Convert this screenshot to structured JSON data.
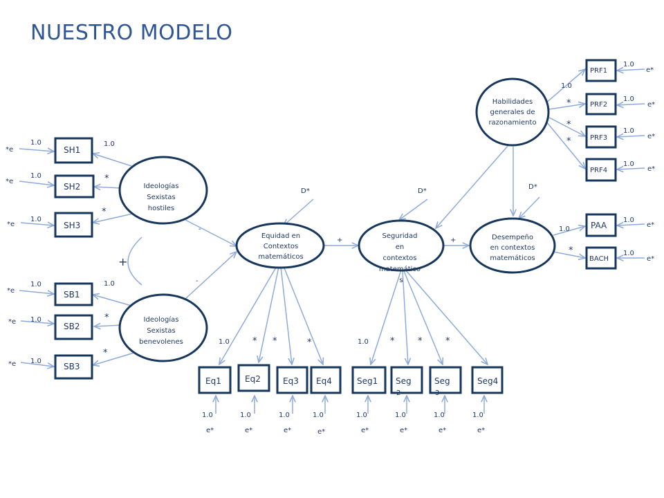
{
  "title": "NUESTRO MODELO",
  "ovals": {
    "hostile": [
      "Ideologías",
      "Sexistas",
      "hostiles"
    ],
    "benevolent": [
      "Ideologías",
      "Sexistas",
      "benevolenes"
    ],
    "equidad": [
      "Equidad en",
      "Contextos",
      "matemáticos"
    ],
    "seguridad": [
      "Seguridad",
      "en",
      "contextos",
      "matemático",
      "s"
    ],
    "desempeno": [
      "Desempeño",
      "en contextos",
      "matemáticos"
    ],
    "habilidades": [
      "Habilidades",
      "generales de",
      "razonamiento"
    ]
  },
  "boxes": {
    "sh1": "SH1",
    "sh2": "SH2",
    "sh3": "SH3",
    "sb1": "SB1",
    "sb2": "SB2",
    "sb3": "SB3",
    "eq1": "Eq1",
    "eq2": "Eq2",
    "eq3": "Eq3",
    "eq4": "Eq4",
    "seg1": "Seg1",
    "seg2a": "Seg",
    "seg2b": "2",
    "seg3a": "Seg",
    "seg3b": "3",
    "seg4": "Seg4",
    "prf1": "PRF1",
    "prf2": "PRF2",
    "prf3": "PRF3",
    "prf4": "PRF4",
    "paa": "PAA",
    "bach": "BACH"
  },
  "labels": {
    "one": "1.0",
    "star": "*",
    "err_left": "*e",
    "err_right": "e*",
    "disturbance": "D*",
    "plus": "+",
    "minus": "-",
    "covariance": "+"
  }
}
